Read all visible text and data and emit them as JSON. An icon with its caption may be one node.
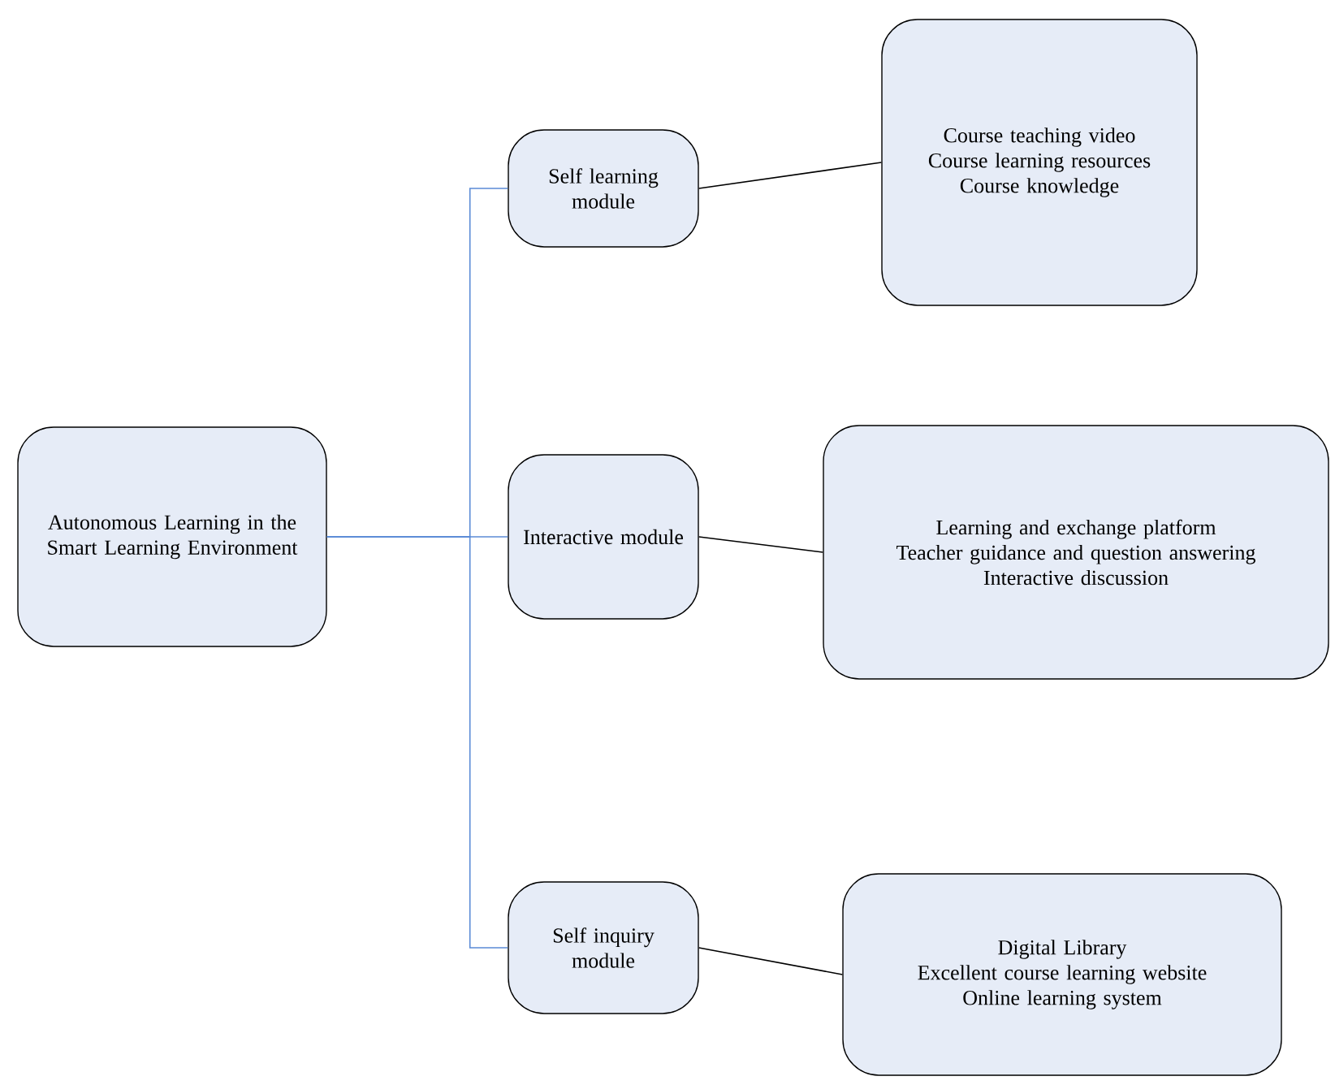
{
  "diagram": {
    "nodes": [
      {
        "text": [
          "Autonomous Learning in the Smart Learning Environment"
        ]
      },
      {
        "text": [
          "Self learning module"
        ]
      },
      {
        "text": [
          "Course teaching video",
          "Course learning resources",
          "Course knowledge"
        ]
      },
      {
        "text": [
          "Interactive module"
        ]
      },
      {
        "text": [
          "Learning and exchange platform",
          "Teacher guidance and question answering",
          "Interactive discussion"
        ]
      },
      {
        "text": [
          "Self inquiry module"
        ]
      },
      {
        "text": [
          "Digital Library",
          "Excellent course learning website",
          "Online learning system"
        ]
      }
    ],
    "edges": [
      {
        "from": 0,
        "to": 1,
        "arrow": "none",
        "color": "#5b8bd6"
      },
      {
        "from": 0,
        "to": 3,
        "arrow": "none",
        "color": "#5b8bd6"
      },
      {
        "from": 0,
        "to": 5,
        "arrow": "none",
        "color": "#5b8bd6"
      },
      {
        "from": 1,
        "to": 2,
        "arrow": "none",
        "color": "#000000"
      },
      {
        "from": 3,
        "to": 4,
        "arrow": "none",
        "color": "#000000"
      },
      {
        "from": 5,
        "to": 6,
        "arrow": "none",
        "color": "#000000"
      }
    ]
  }
}
